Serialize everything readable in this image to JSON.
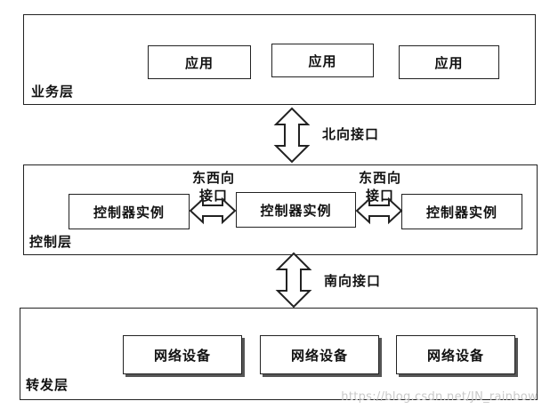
{
  "business_layer": {
    "label": "业务层",
    "apps": [
      "应用",
      "应用",
      "应用"
    ]
  },
  "northbound": {
    "label": "北向接口"
  },
  "control_layer": {
    "label": "控制层",
    "controllers": [
      "控制器实例",
      "控制器实例",
      "控制器实例"
    ],
    "eastwest": [
      {
        "line1": "东西向",
        "line2": "接口"
      },
      {
        "line1": "东西向",
        "line2": "接口"
      }
    ]
  },
  "southbound": {
    "label": "南向接口"
  },
  "forwarding_layer": {
    "label": "转发层",
    "devices": [
      "网络设备",
      "网络设备",
      "网络设备"
    ]
  },
  "watermark": "https://blog.csdn.net/JN_rainbow"
}
